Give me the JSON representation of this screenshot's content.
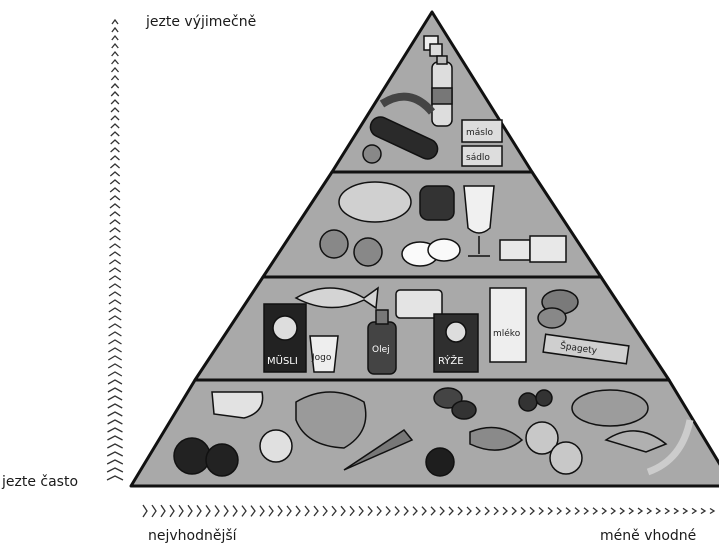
{
  "labels": {
    "top": "jezte výjimečně",
    "left": "jezte často",
    "bottom_left": "nejvhodnější",
    "bottom_right": "méně vhodné"
  },
  "food_labels": {
    "muesli": "MÜSLI",
    "yogurt": "Jogo",
    "oil": "Olej",
    "rice": "RÝŽE",
    "milk": "mléko",
    "spaghetti": "Špagety",
    "butter": "máslo",
    "lard": "sádlo"
  },
  "colors": {
    "tier": "#a9a9a9",
    "outline": "#111111",
    "food_dark": "#2a2a2a",
    "food_mid": "#6e6e6e",
    "food_light": "#d6d6d6"
  }
}
